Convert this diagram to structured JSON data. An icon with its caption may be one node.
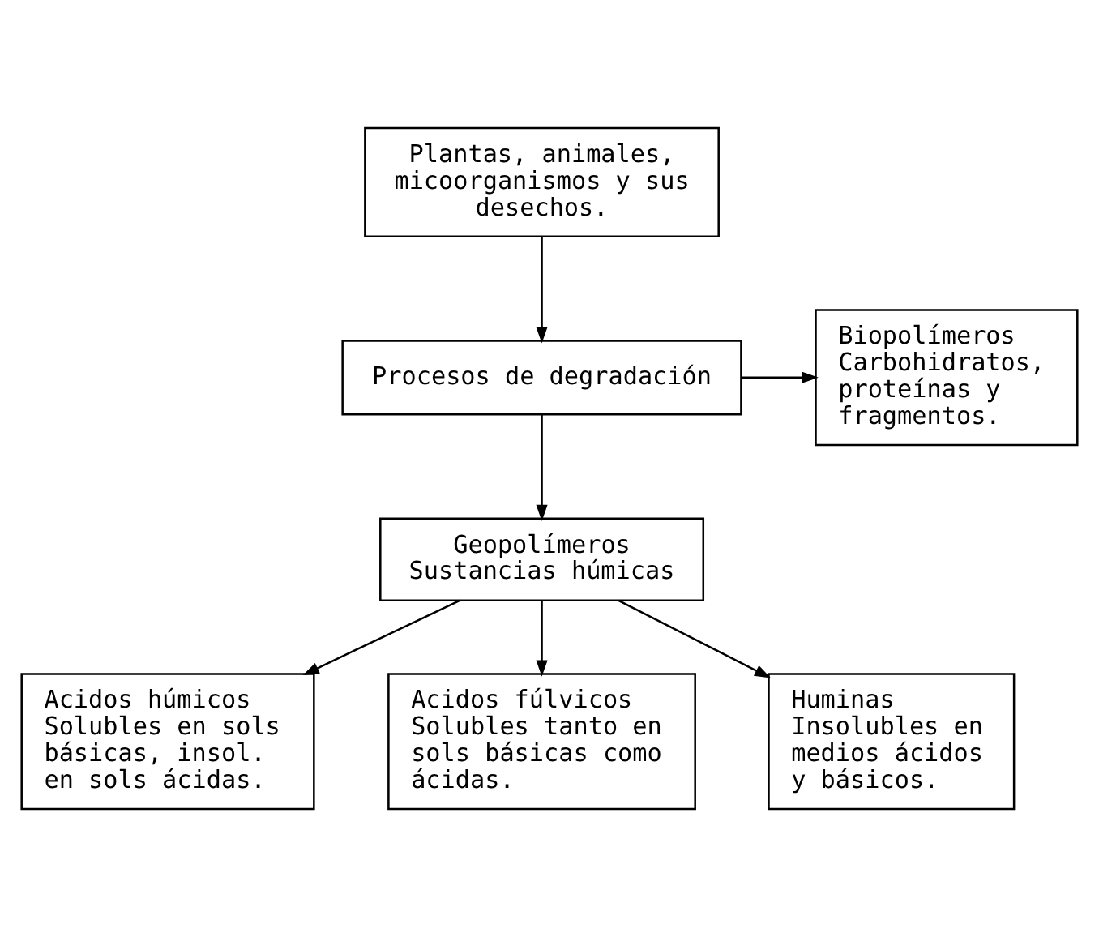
{
  "diagram": {
    "nodes": [
      {
        "text": [
          "Plantas, animales, micoorganismos y sus desechos."
        ]
      },
      {
        "text": [
          "Procesos de degradación"
        ]
      },
      {
        "text": [
          "Biopolímeros",
          "Carbohidratos, proteínas y fragmentos."
        ]
      },
      {
        "text": [
          "Geopolímeros",
          "Sustancias húmicas"
        ]
      },
      {
        "text": [
          "Acidos húmicos",
          "Solubles en sols básicas, insol. en sols ácidas."
        ]
      },
      {
        "text": [
          "Acidos fúlvicos",
          "Solubles tanto en sols básicas como ácidas."
        ]
      },
      {
        "text": [
          "Huminas",
          "Insolubles en medios ácidos y básicos."
        ]
      }
    ],
    "edges": [
      {
        "from": 0,
        "to": 1,
        "arrow": "to"
      },
      {
        "from": 1,
        "to": 2,
        "arrow": "to"
      },
      {
        "from": 1,
        "to": 3,
        "arrow": "to"
      },
      {
        "from": 3,
        "to": 4,
        "arrow": "to"
      },
      {
        "from": 3,
        "to": 5,
        "arrow": "to"
      },
      {
        "from": 3,
        "to": 6,
        "arrow": "to"
      }
    ]
  }
}
